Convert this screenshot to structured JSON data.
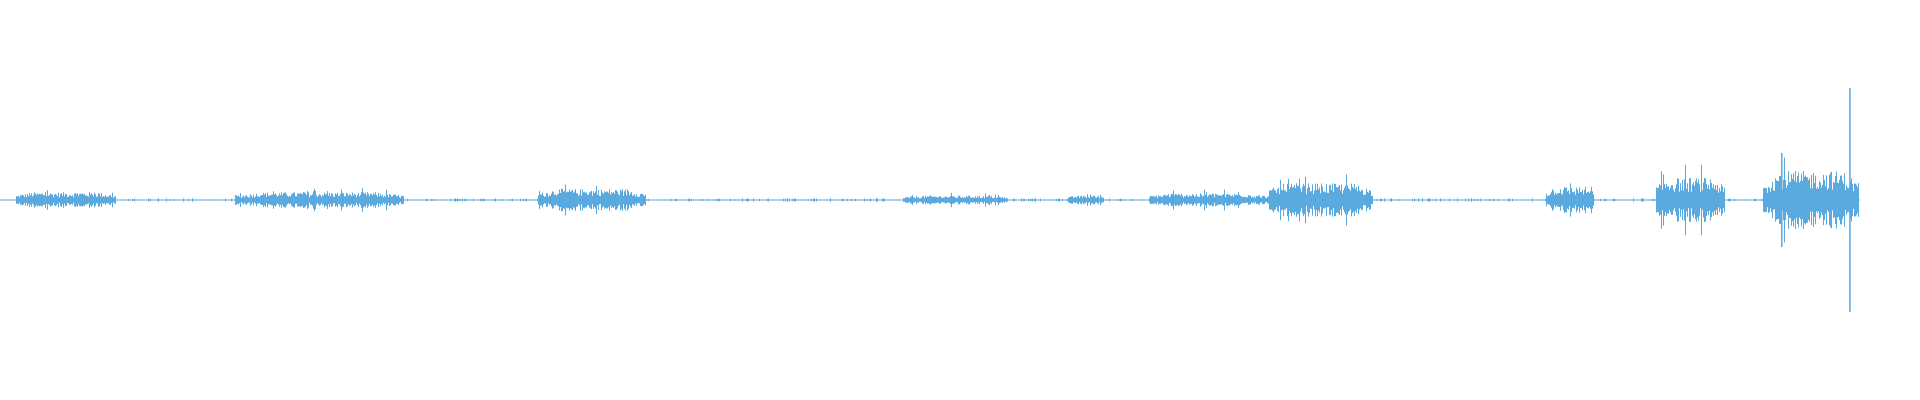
{
  "waveform": {
    "color": "#5aaae0",
    "background": "#ffffff",
    "peak_level": 1.0,
    "segments": [
      {
        "start": 0.008,
        "end": 0.06,
        "level": 0.07,
        "kind": "burst"
      },
      {
        "start": 0.06,
        "end": 0.122,
        "level": 0.01,
        "kind": "sparse"
      },
      {
        "start": 0.122,
        "end": 0.21,
        "level": 0.07,
        "kind": "burst"
      },
      {
        "start": 0.21,
        "end": 0.28,
        "level": 0.01,
        "kind": "sparse"
      },
      {
        "start": 0.28,
        "end": 0.336,
        "level": 0.1,
        "kind": "burst"
      },
      {
        "start": 0.336,
        "end": 0.47,
        "level": 0.01,
        "kind": "sparse"
      },
      {
        "start": 0.47,
        "end": 0.525,
        "level": 0.04,
        "kind": "burst"
      },
      {
        "start": 0.525,
        "end": 0.556,
        "level": 0.01,
        "kind": "sparse"
      },
      {
        "start": 0.556,
        "end": 0.575,
        "level": 0.04,
        "kind": "burst"
      },
      {
        "start": 0.575,
        "end": 0.598,
        "level": 0.01,
        "kind": "sparse"
      },
      {
        "start": 0.598,
        "end": 0.66,
        "level": 0.06,
        "kind": "burst"
      },
      {
        "start": 0.66,
        "end": 0.715,
        "level": 0.15,
        "kind": "burst"
      },
      {
        "start": 0.715,
        "end": 0.805,
        "level": 0.01,
        "kind": "sparse"
      },
      {
        "start": 0.805,
        "end": 0.83,
        "level": 0.12,
        "kind": "burst"
      },
      {
        "start": 0.83,
        "end": 0.862,
        "level": 0.01,
        "kind": "sparse"
      },
      {
        "start": 0.862,
        "end": 0.898,
        "level": 0.2,
        "kind": "burst"
      },
      {
        "start": 0.898,
        "end": 0.918,
        "level": 0.01,
        "kind": "sparse"
      },
      {
        "start": 0.918,
        "end": 0.968,
        "level": 0.26,
        "kind": "burst"
      }
    ],
    "spikes": [
      {
        "pos": 0.928,
        "level": 0.42
      },
      {
        "pos": 0.9635,
        "level": 1.0
      }
    ]
  }
}
